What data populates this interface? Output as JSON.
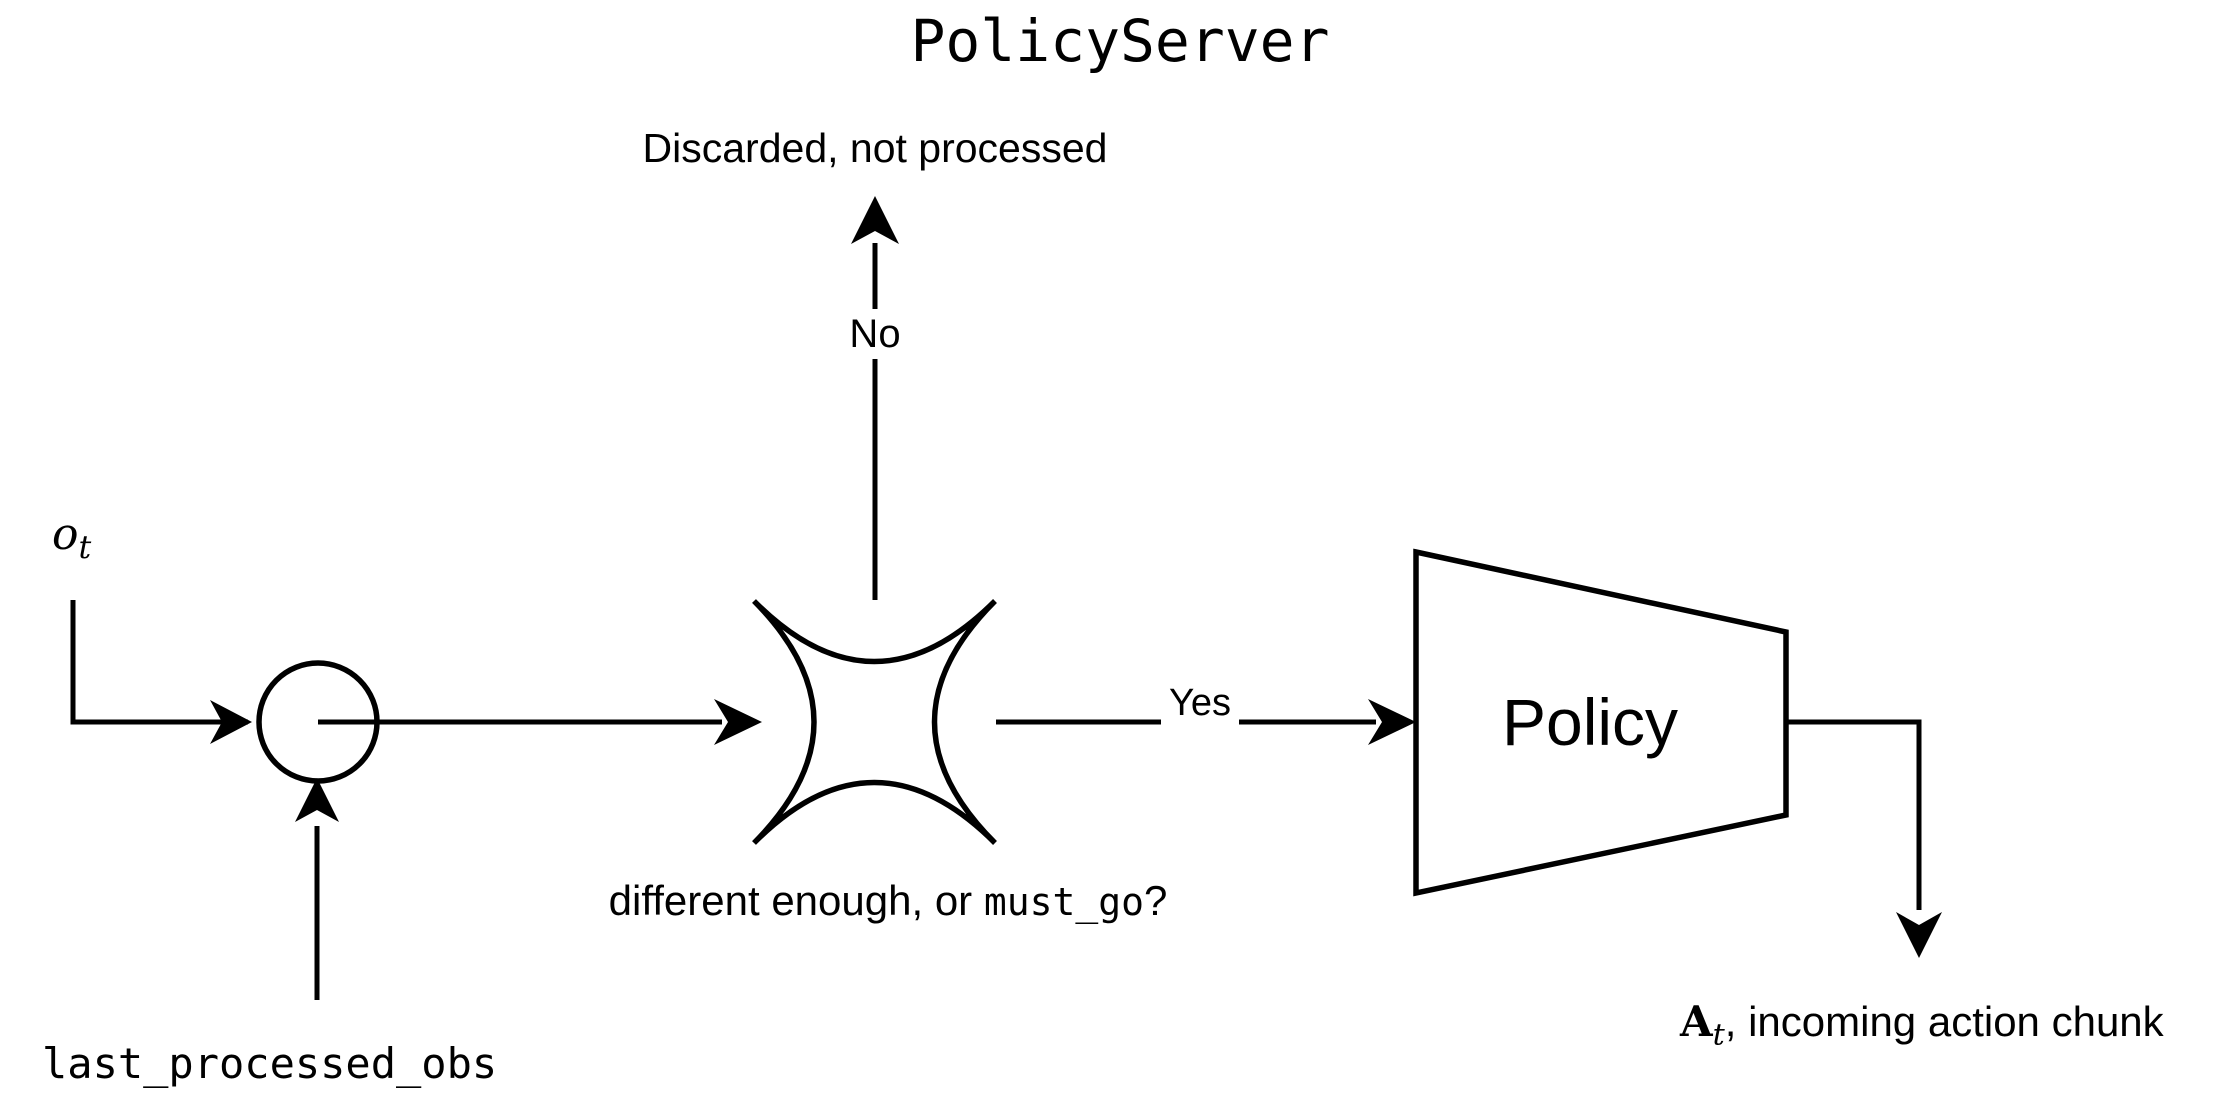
{
  "title": "PolicyServer",
  "nodes": {
    "merge": {
      "name": "observation-merge-node",
      "shape": "circle"
    },
    "decision": {
      "name": "decision-node",
      "shape": "concave-star"
    },
    "policy": {
      "label": "Policy",
      "shape": "trapezoid"
    }
  },
  "labels": {
    "discarded": "Discarded, not processed",
    "no_branch": "No",
    "yes_branch": "Yes",
    "condition_prefix": "different enough, or ",
    "condition_code": "must_go",
    "condition_suffix": "?",
    "observation_symbol": "o",
    "observation_subscript": "t",
    "last_processed_obs": "last_processed_obs",
    "action_symbol": "A",
    "action_subscript": "t",
    "action_caption": ", incoming action chunk"
  },
  "colors": {
    "stroke": "#000000",
    "background": "#ffffff"
  }
}
